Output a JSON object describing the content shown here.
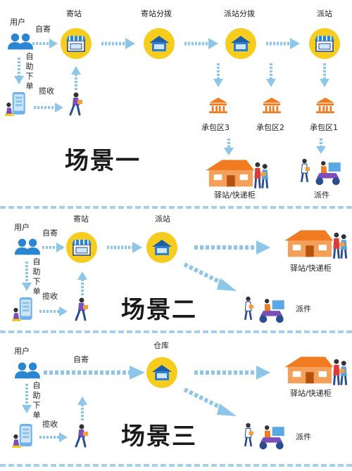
{
  "colors": {
    "arrow": "#8ec6ea",
    "yellow": "#f6cc1f",
    "orange": "#f07b21",
    "blue": "#2a86d0",
    "divider": "#a8cfe9"
  },
  "scene1": {
    "title": "场景一",
    "user": "用户",
    "self_send": "自寄",
    "self_order": "自助下单",
    "pickup": "揽收",
    "station_send": "寄站",
    "station_sort": "寄站分拨",
    "dispatch_sort": "派站分拨",
    "dispatch_station": "派站",
    "zone3": "承包区3",
    "zone2": "承包区2",
    "zone1": "承包区1",
    "locker": "驿站/快递柜",
    "delivery": "派件"
  },
  "scene2": {
    "title": "场景二",
    "user": "用户",
    "self_send": "自寄",
    "self_order": "自助下单",
    "pickup": "揽收",
    "station_send": "寄站",
    "dispatch_station": "派站",
    "locker": "驿站/快递柜",
    "delivery": "派件"
  },
  "scene3": {
    "title": "场景三",
    "user": "用户",
    "self_send": "自寄",
    "self_order": "自助下单",
    "pickup": "揽收",
    "warehouse": "仓库",
    "locker": "驿站/快递柜",
    "delivery": "派件"
  }
}
